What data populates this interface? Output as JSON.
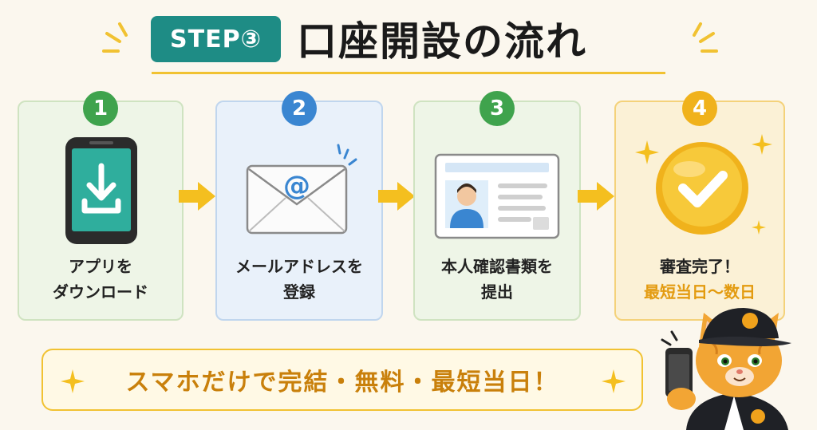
{
  "header": {
    "badge": "STEP③",
    "title": "口座開設の流れ"
  },
  "steps": [
    {
      "number": "1",
      "lines": [
        "アプリを",
        "ダウンロード"
      ],
      "icon": "smartphone-download-icon"
    },
    {
      "number": "2",
      "lines": [
        "メールアドレスを",
        "登録"
      ],
      "icon": "email-envelope-icon"
    },
    {
      "number": "3",
      "lines": [
        "本人確認書類を",
        "提出"
      ],
      "icon": "id-card-icon"
    },
    {
      "number": "4",
      "lines": [
        "審査完了！"
      ],
      "highlight": "最短当日〜数日",
      "icon": "checkmark-badge-icon"
    }
  ],
  "banner": {
    "text": "スマホだけで完結・無料・最短当日！"
  },
  "colors": {
    "teal": "#1e8c85",
    "green": "#3fa34d",
    "blue": "#3a86d1",
    "yellow": "#f0b21c",
    "orange": "#e39b10"
  }
}
